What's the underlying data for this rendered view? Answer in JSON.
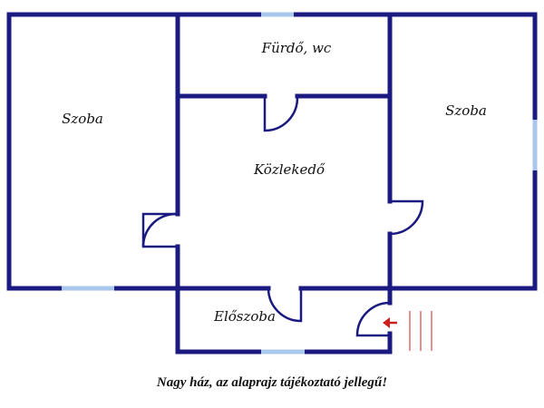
{
  "rooms": {
    "left_room": "Szoba",
    "bathroom": "Fürdő, wc",
    "right_room": "Szoba",
    "corridor": "Közlekedő",
    "hall": "Előszoba"
  },
  "caption": "Nagy ház, az alaprajz tájékoztató jellegű!",
  "colors": {
    "wall": "#1a1a80",
    "window": "#a9c8ec",
    "entrance_arrow": "#cc1f1f",
    "text": "#111111"
  },
  "icons": {
    "entrance": "entrance-arrow-icon"
  }
}
